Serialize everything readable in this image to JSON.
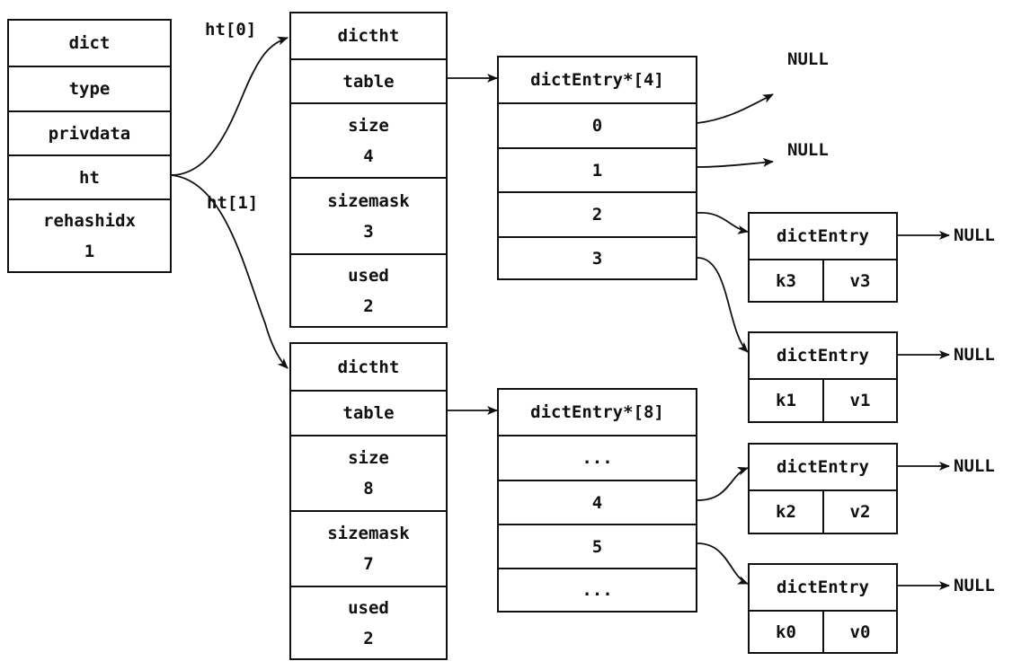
{
  "dict": {
    "title": "dict",
    "type": "type",
    "privdata": "privdata",
    "ht": "ht",
    "rehashidx_label": "rehashidx",
    "rehashidx_value": "1"
  },
  "ht_labels": {
    "ht0": "ht[0]",
    "ht1": "ht[1]"
  },
  "ht0": {
    "title": "dictht",
    "table": "table",
    "size_label": "size",
    "size_value": "4",
    "sizemask_label": "sizemask",
    "sizemask_value": "3",
    "used_label": "used",
    "used_value": "2"
  },
  "ht1": {
    "title": "dictht",
    "table": "table",
    "size_label": "size",
    "size_value": "8",
    "sizemask_label": "sizemask",
    "sizemask_value": "7",
    "used_label": "used",
    "used_value": "2"
  },
  "array4": {
    "title": "dictEntry*[4]",
    "slots": [
      "0",
      "1",
      "2",
      "3"
    ]
  },
  "array8": {
    "title": "dictEntry*[8]",
    "slots": [
      "...",
      "4",
      "5",
      "..."
    ]
  },
  "entries": [
    {
      "title": "dictEntry",
      "key": "k3",
      "value": "v3"
    },
    {
      "title": "dictEntry",
      "key": "k1",
      "value": "v1"
    },
    {
      "title": "dictEntry",
      "key": "k2",
      "value": "v2"
    },
    {
      "title": "dictEntry",
      "key": "k0",
      "value": "v0"
    }
  ],
  "null_text": "NULL"
}
